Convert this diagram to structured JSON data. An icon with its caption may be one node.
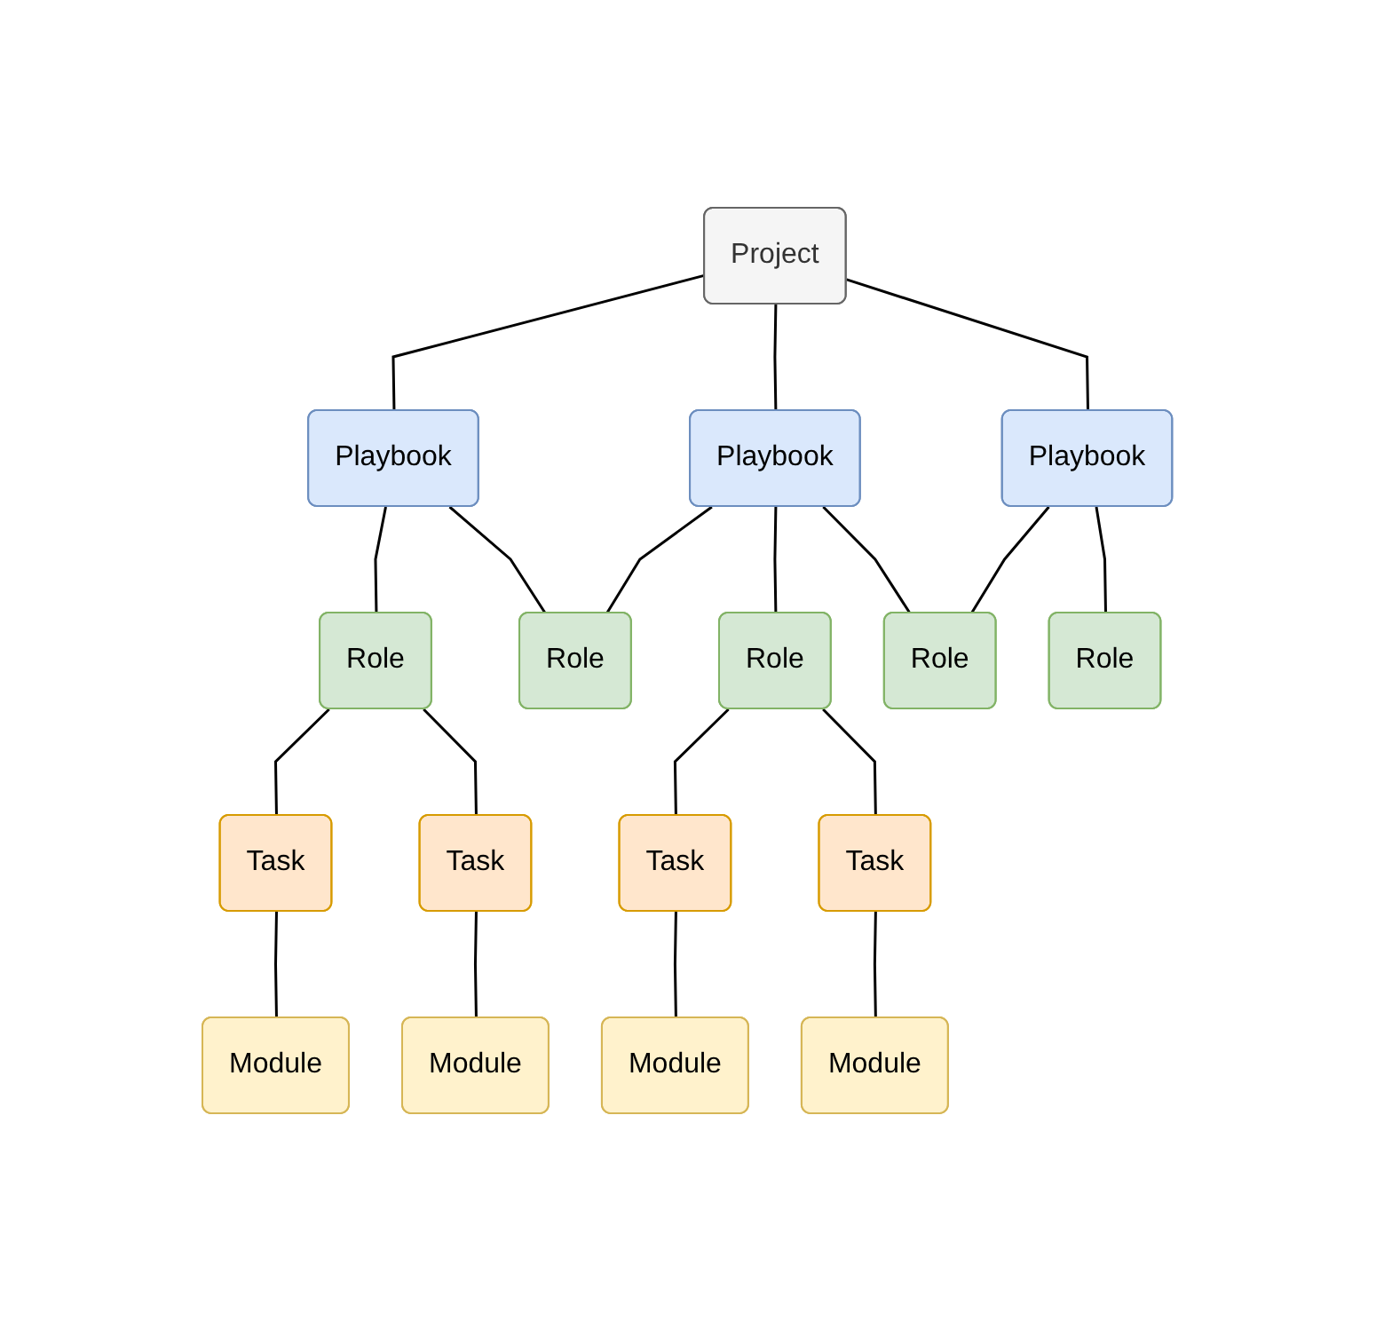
{
  "diagram": {
    "nodes": [
      {
        "text": [
          "Project"
        ]
      },
      {
        "text": [
          "Playbook"
        ]
      },
      {
        "text": [
          "Playbook"
        ]
      },
      {
        "text": [
          "Playbook"
        ]
      },
      {
        "text": [
          "Role"
        ]
      },
      {
        "text": [
          "Role"
        ]
      },
      {
        "text": [
          "Role"
        ]
      },
      {
        "text": [
          "Role"
        ]
      },
      {
        "text": [
          "Role"
        ]
      },
      {
        "text": [
          "Task"
        ]
      },
      {
        "text": [
          "Module"
        ]
      },
      {
        "text": [
          "Task"
        ]
      },
      {
        "text": [
          "Module"
        ]
      },
      {
        "text": [
          "Task"
        ]
      },
      {
        "text": [
          "Module"
        ]
      },
      {
        "text": [
          "Task"
        ]
      },
      {
        "text": [
          "Module"
        ]
      }
    ],
    "edges": [
      {
        "from": 0,
        "to": 1,
        "arrow": "none"
      },
      {
        "from": 0,
        "to": 2,
        "arrow": "none"
      },
      {
        "from": 0,
        "to": 3,
        "arrow": "none"
      },
      {
        "from": 1,
        "to": 4,
        "arrow": "none"
      },
      {
        "from": 1,
        "to": 5,
        "arrow": "none"
      },
      {
        "from": 2,
        "to": 5,
        "arrow": "none"
      },
      {
        "from": 2,
        "to": 6,
        "arrow": "none"
      },
      {
        "from": 2,
        "to": 7,
        "arrow": "none"
      },
      {
        "from": 3,
        "to": 7,
        "arrow": "none"
      },
      {
        "from": 3,
        "to": 8,
        "arrow": "none"
      },
      {
        "from": 4,
        "to": 9,
        "arrow": "none"
      },
      {
        "from": 4,
        "to": 13,
        "arrow": "none"
      },
      {
        "from": 9,
        "to": 10,
        "arrow": "none"
      },
      {
        "from": 13,
        "to": 14,
        "arrow": "none"
      },
      {
        "from": 6,
        "to": 11,
        "arrow": "none"
      },
      {
        "from": 6,
        "to": 15,
        "arrow": "none"
      },
      {
        "from": 11,
        "to": 12,
        "arrow": "none"
      },
      {
        "from": 15,
        "to": 16,
        "arrow": "none"
      }
    ]
  }
}
